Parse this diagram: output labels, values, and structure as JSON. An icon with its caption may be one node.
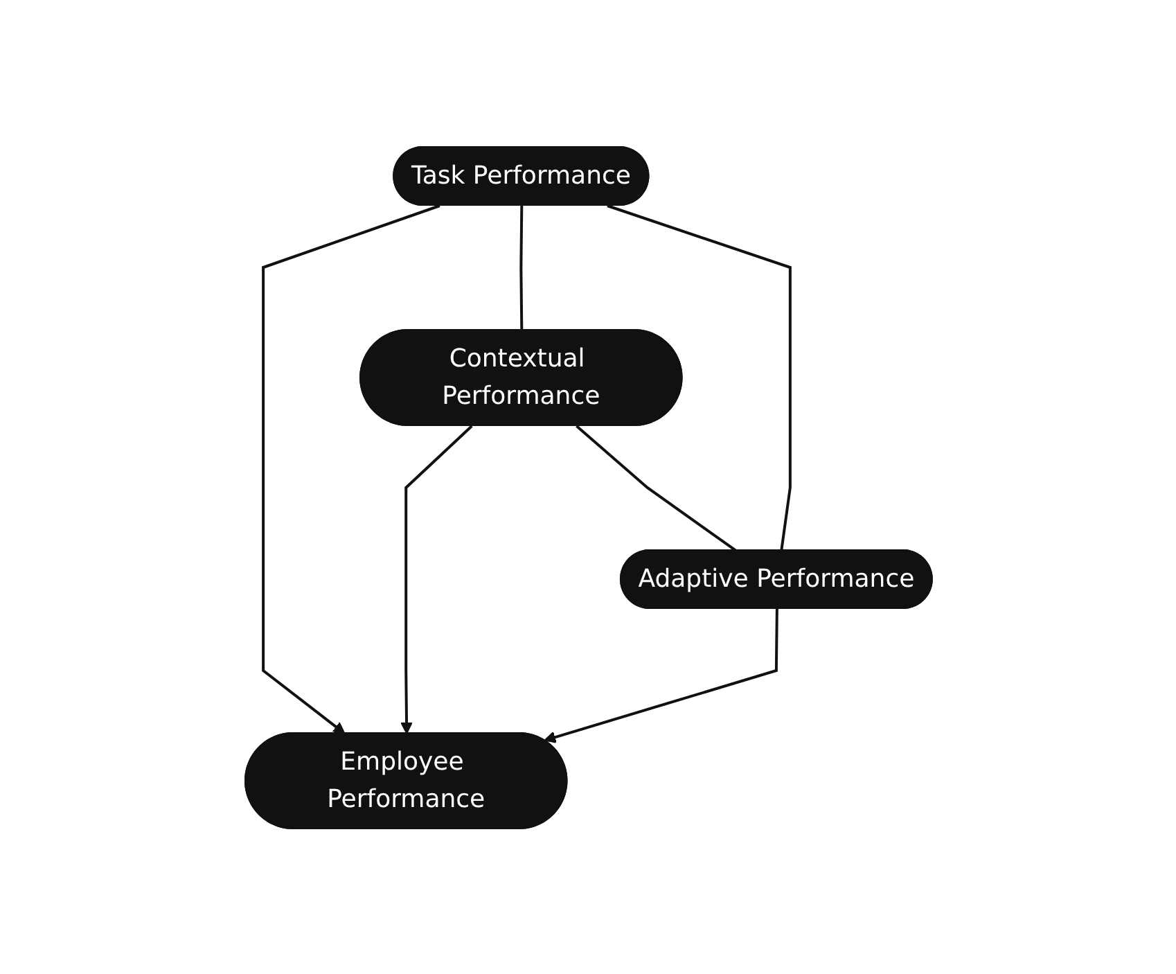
{
  "diagram": {
    "nodes": [
      {
        "text": [
          "Task Performance"
        ]
      },
      {
        "text": [
          "Employee Performance"
        ]
      },
      {
        "text": [
          "Contextual Performance"
        ]
      },
      {
        "text": [
          "Adaptive Performance"
        ]
      }
    ],
    "edges": [
      {
        "from": 0,
        "to": 1,
        "arrow": "to"
      },
      {
        "from": 2,
        "to": 1,
        "arrow": "to"
      },
      {
        "from": 3,
        "to": 1,
        "arrow": "to"
      },
      {
        "from": 0,
        "to": 2,
        "arrow": "none"
      },
      {
        "from": 0,
        "to": 3,
        "arrow": "none"
      },
      {
        "from": 2,
        "to": 3,
        "arrow": "none"
      }
    ]
  }
}
